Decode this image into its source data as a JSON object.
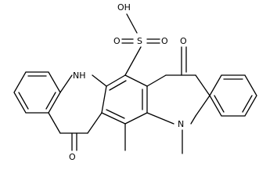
{
  "structure": {
    "labels": {
      "oh": "OH",
      "s": "S",
      "o_left": "O",
      "o_right": "O",
      "o_ketone_top": "O",
      "o_ketone_bottom": "O",
      "nh": "NH",
      "n": "N"
    },
    "colors": {
      "ink": "#000000",
      "background": "#ffffff"
    }
  }
}
